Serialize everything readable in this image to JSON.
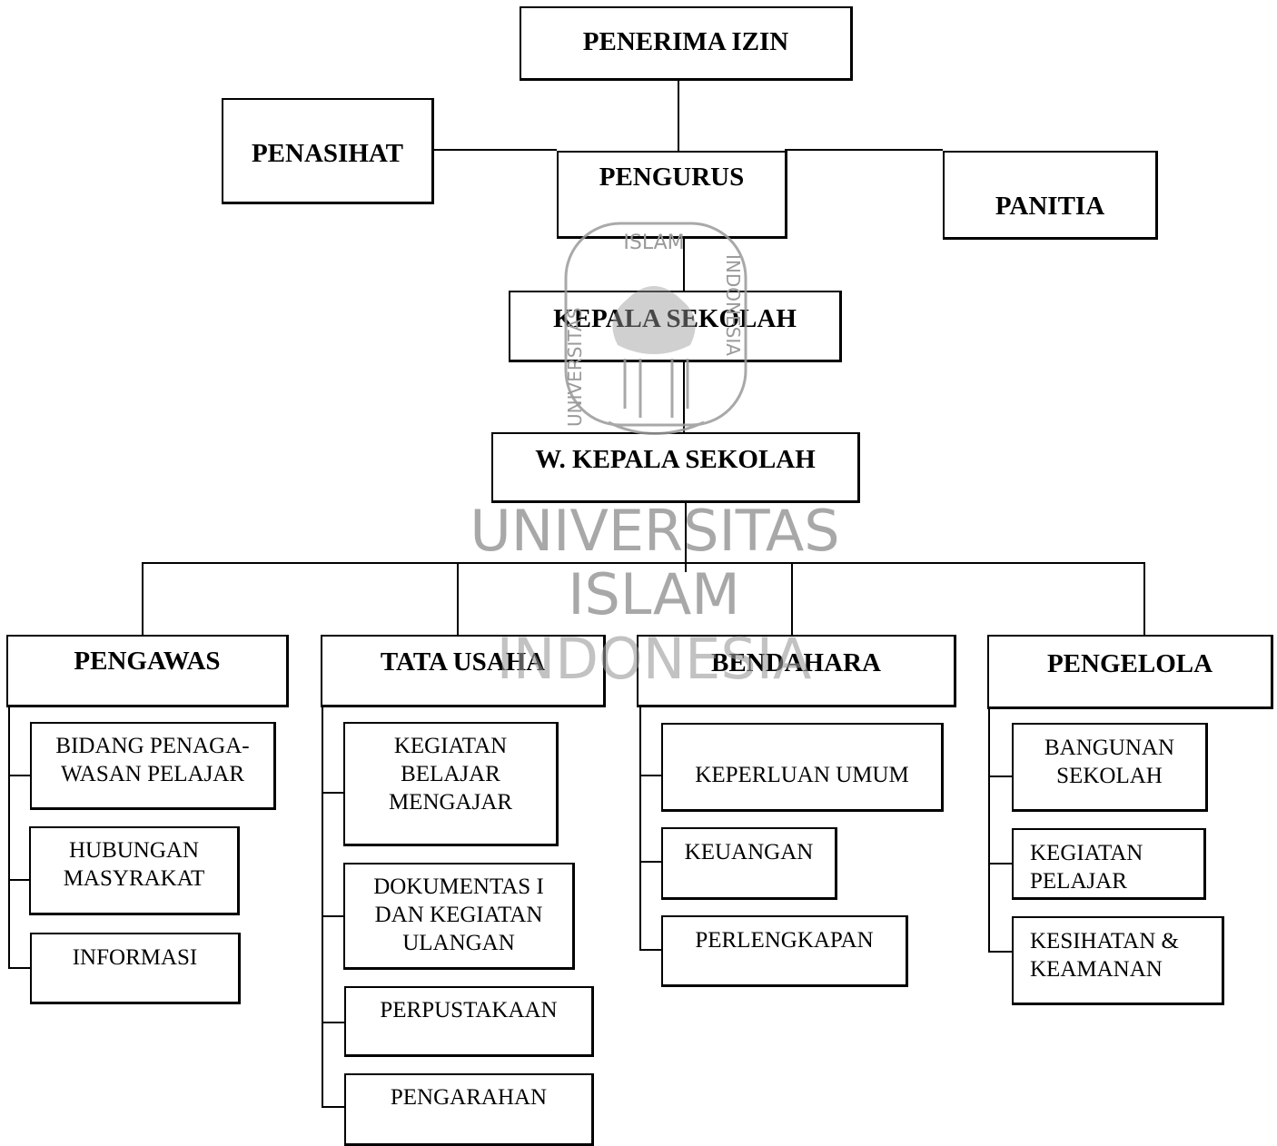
{
  "org_chart": {
    "penerima_izin": "PENERIMA IZIN",
    "penasihat": "PENASIHAT",
    "pengurus": "PENGURUS",
    "panitia": "PANITIA",
    "kepala_sekolah": "KEPALA SEKOLAH",
    "wakil_kepala_sekolah": "W. KEPALA SEKOLAH",
    "pengawas": {
      "title": "PENGAWAS",
      "items": [
        "BIDANG PENAGA-\nWASAN PELAJAR",
        "HUBUNGAN\nMASYRAKAT",
        "INFORMASI"
      ]
    },
    "tata_usaha": {
      "title": "TATA USAHA",
      "items": [
        "KEGIATAN\nBELAJAR\nMENGAJAR",
        "DOKUMENTAS I\nDAN KEGIATAN\nULANGAN",
        "PERPUSTAKAAN",
        "PENGARAHAN"
      ]
    },
    "bendahara": {
      "title": "BENDAHARA",
      "items": [
        "KEPERLUAN UMUM",
        "KEUANGAN",
        "PERLENGKAPAN"
      ]
    },
    "pengelola": {
      "title": "PENGELOLA",
      "items": [
        "BANGUNAN\nSEKOLAH",
        "KEGIATAN\nPELAJAR",
        "KESIHATAN &\nKEAMANAN"
      ]
    }
  },
  "watermark": {
    "text": [
      "UNIVERSITAS",
      "ISLAM",
      "INDONESIA"
    ],
    "logo_ring_top": "ISLAM",
    "logo_ring_left": "UNIVERSITAS",
    "logo_ring_right": "INDONESIA",
    "color": "#9a9a9a"
  }
}
